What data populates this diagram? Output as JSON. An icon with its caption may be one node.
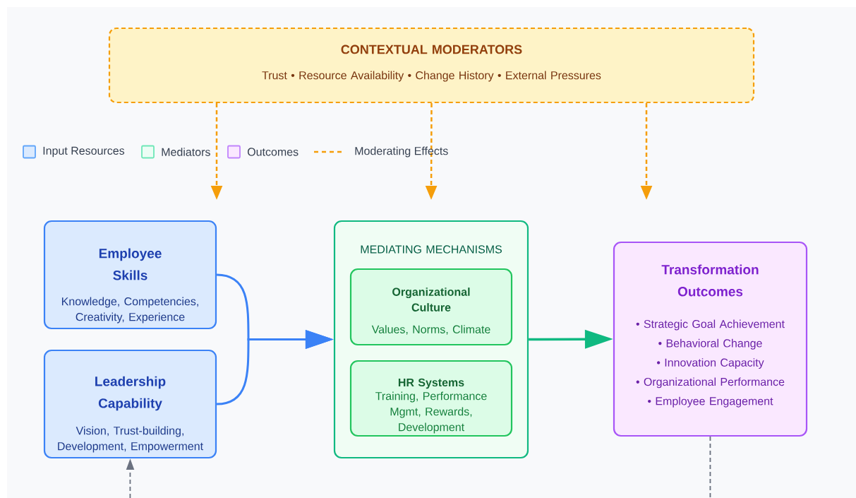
{
  "diagram": {
    "nodes": [
      {
        "text": [
          "CONTEXTUAL MODERATORS",
          "Trust • Resource Availability • Change History • External Pressures"
        ]
      },
      {
        "text": [
          "Employee Skills",
          "Knowledge, Competencies, Creativity, Experience"
        ]
      },
      {
        "text": [
          "Leadership Capability",
          "Vision, Trust-building, Development, Empowerment"
        ]
      },
      {
        "text": [
          "MEDIATING MECHANISMS"
        ]
      },
      {
        "text": [
          "Organizational Culture",
          "Values, Norms, Climate"
        ],
        "in": 3
      },
      {
        "text": [
          "HR Systems",
          "Training, Performance Mgmt, Rewards, Development"
        ],
        "in": 3
      },
      {
        "text": [
          "Transformation Outcomes",
          "• Strategic Goal Achievement",
          "• Behavioral Change",
          "• Innovation Capacity",
          "• Organizational Performance",
          "• Employee Engagement"
        ]
      }
    ],
    "edges": [
      {
        "from": 0,
        "to": null,
        "arrow": "to",
        "style": "dashed",
        "color": "#f59e0b"
      },
      {
        "from": 0,
        "to": null,
        "arrow": "to",
        "style": "dashed",
        "color": "#f59e0b"
      },
      {
        "from": 0,
        "to": null,
        "arrow": "to",
        "style": "dashed",
        "color": "#f59e0b"
      },
      {
        "from": 1,
        "to": 3,
        "arrow": "to",
        "color": "#3b82f6"
      },
      {
        "from": 2,
        "to": 3,
        "arrow": "to",
        "color": "#3b82f6"
      },
      {
        "from": 3,
        "to": 6,
        "arrow": "to",
        "color": "#10b981"
      },
      {
        "from": null,
        "to": 2,
        "arrow": "to",
        "style": "dashed",
        "color": "#6b7280"
      },
      {
        "from": 6,
        "to": null,
        "arrow": "none",
        "style": "dashed",
        "color": "#6b7280"
      }
    ],
    "legend": [
      {
        "text": "Input Resources",
        "color": "#dbeafe"
      },
      {
        "text": "Mediators",
        "color": "#ecfdf5"
      },
      {
        "text": "Outcomes",
        "color": "#fae8ff"
      },
      {
        "text": "Moderating Effects"
      }
    ]
  }
}
